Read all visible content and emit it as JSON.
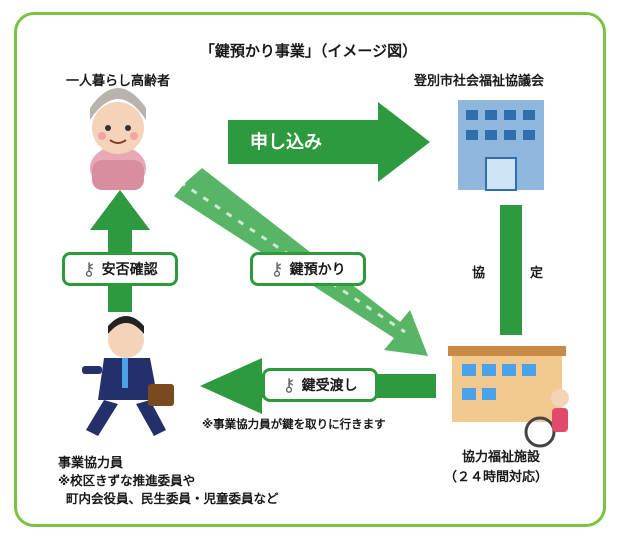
{
  "title": "「鍵預かり事業」（イメージ図）",
  "nodes": {
    "elder": "一人暮らし高齢者",
    "council": "登別市社会福祉協議会",
    "worker_line1": "事業協力員",
    "worker_line2": "※校区きずな推進委員や",
    "worker_line3": "町内会役員、民生委員・児童委員など",
    "facility_line1": "協力福祉施設",
    "facility_line2": "（２４時間対応）"
  },
  "edges": {
    "apply": "申し込み",
    "agreement_left": "協",
    "agreement_right": "定",
    "key_deposit": "鍵預かり",
    "key_handover": "鍵受渡し",
    "safety_check": "安否確認",
    "note": "※事業協力員が鍵を取りに行きます"
  },
  "colors": {
    "arrow_green": "#2e9a3f",
    "frame_green": "#7cc242",
    "pill_border": "#2d9a3c"
  }
}
